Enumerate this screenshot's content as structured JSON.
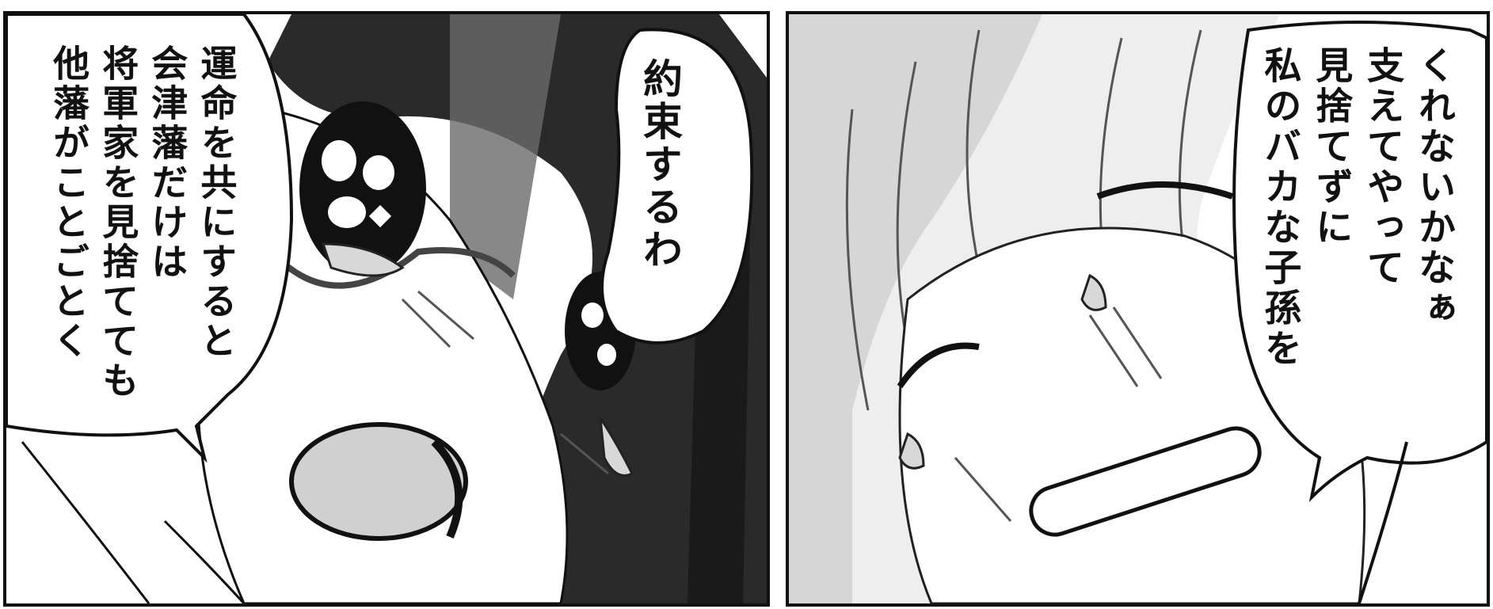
{
  "panels": {
    "left": {
      "bubble_small": "約\n束\nす\nる\nわ",
      "bubble_large": "運命を共にすると\n会津藩だけは\n将軍家を見捨てても\n他藩がことごとく"
    },
    "right": {
      "bubble": "くれないかなぁ\n支えてやって\n見捨てずに\n私のバカな子孫を"
    }
  }
}
